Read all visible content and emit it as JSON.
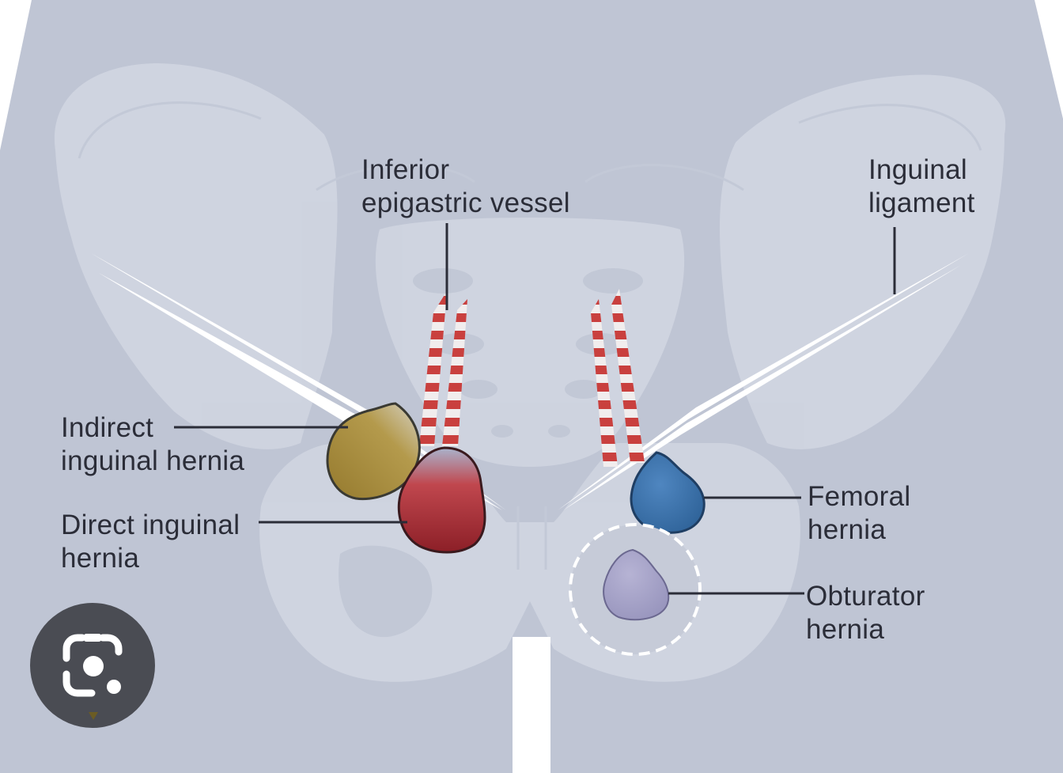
{
  "labels": {
    "inferior_epigastric_vessel": [
      "Inferior",
      "epigastric vessel"
    ],
    "inguinal_ligament": [
      "Inguinal",
      "ligament"
    ],
    "indirect_inguinal_hernia": [
      "Indirect",
      "inguinal hernia"
    ],
    "direct_inguinal_hernia": [
      "Direct inguinal",
      "hernia"
    ],
    "femoral_hernia": [
      "Femoral",
      "hernia"
    ],
    "obturator_hernia": [
      "Obturator",
      "hernia"
    ]
  },
  "overlay": {
    "lens_button_icon": "google-lens-icon"
  },
  "colors": {
    "background": "#bfc5d4",
    "bone": "#d3d8e3",
    "vessel_red": "#c9403e",
    "indirect_hernia": "#a48a3a",
    "direct_hernia": "#9b2a30",
    "femoral_hernia": "#3f77b0",
    "obturator_hernia": "#a7a4c8"
  }
}
